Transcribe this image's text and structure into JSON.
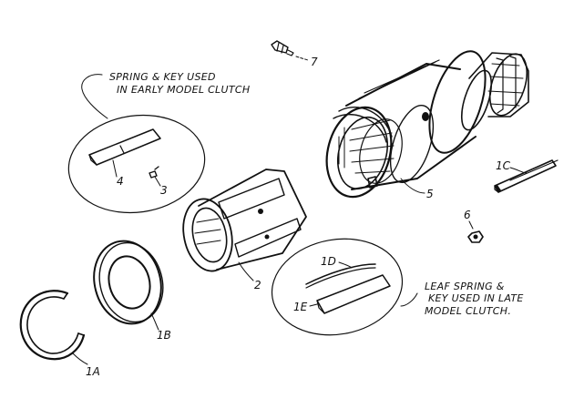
{
  "callouts": {
    "early_line1": "SPRING & KEY USED",
    "early_line2": "IN EARLY MODEL CLUTCH",
    "late_line1": "LEAF SPRING &",
    "late_line2": "KEY USED IN LATE",
    "late_line3": "MODEL CLUTCH."
  },
  "parts": {
    "p7": "7",
    "p4": "4",
    "p3": "3",
    "p5": "5",
    "p1c": "1C",
    "p6": "6",
    "p2": "2",
    "p1d": "1D",
    "p1e": "1E",
    "p1b": "1B",
    "p1a": "1A"
  }
}
